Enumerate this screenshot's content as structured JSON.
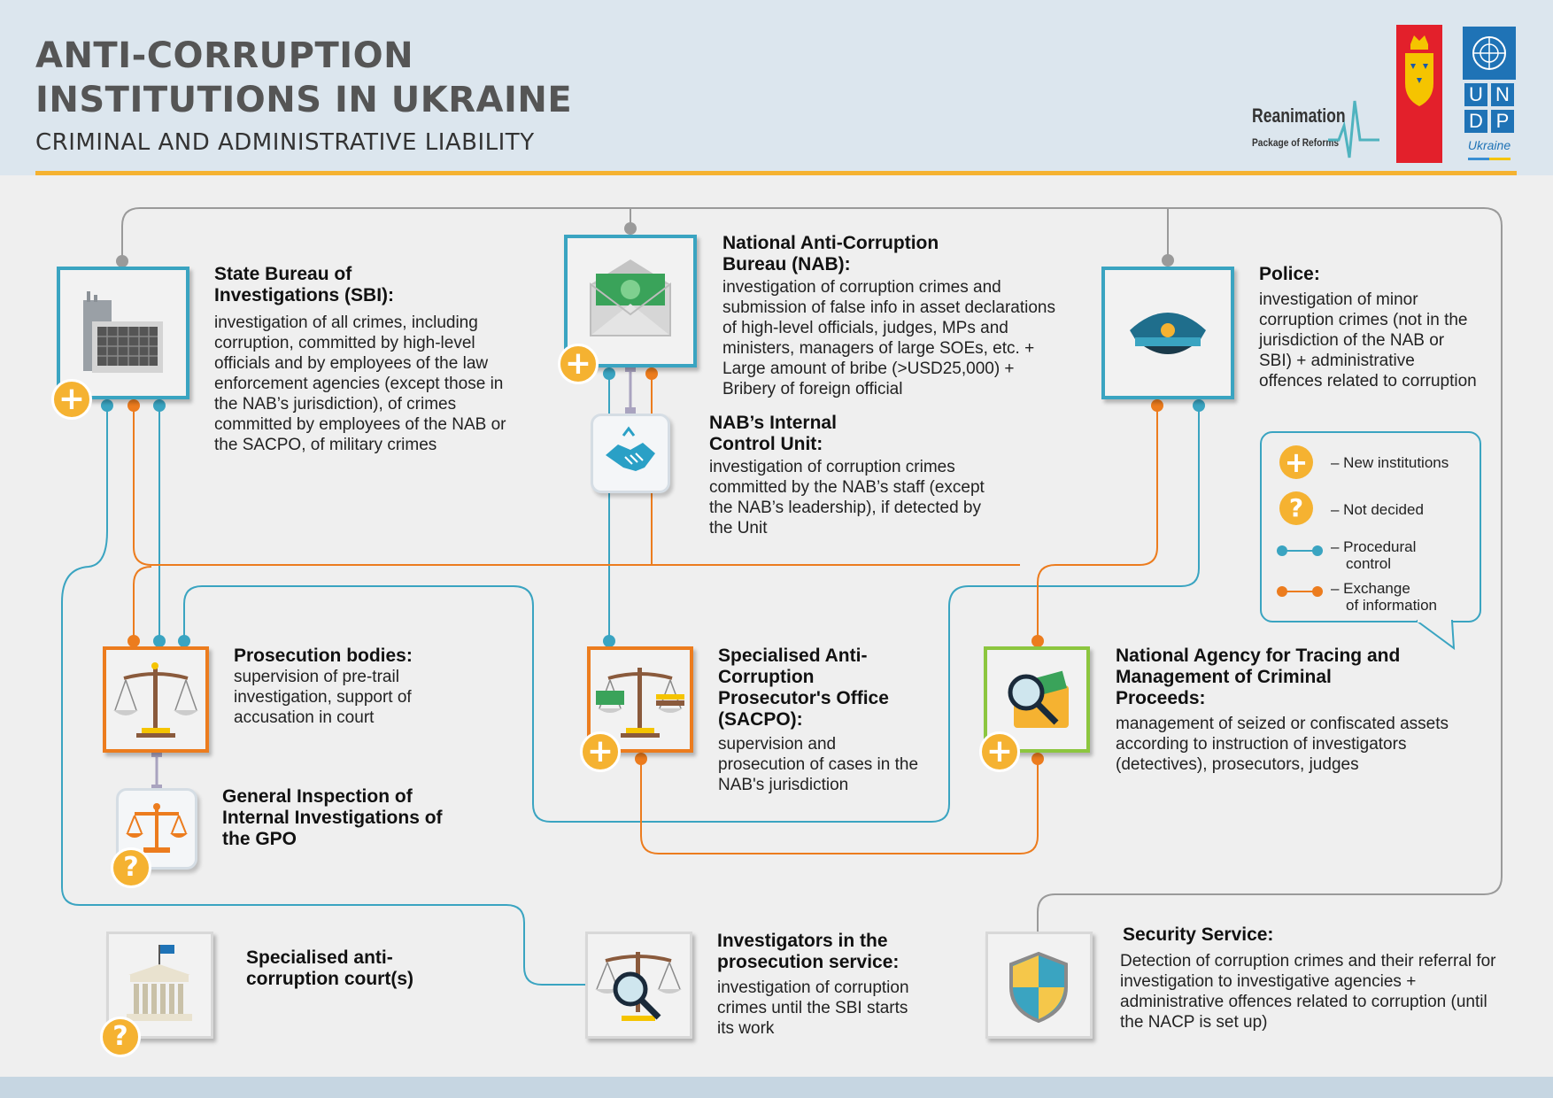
{
  "header": {
    "title_line1": "ANTI-CORRUPTION",
    "title_line2": "INSTITUTIONS IN UKRAINE",
    "subtitle": "CRIMINAL AND ADMINISTRATIVE LIABILITY"
  },
  "logos": {
    "reanimation": "Reanimation",
    "reanimation_sub": "Package of Reforms",
    "undp_letters": [
      "U",
      "N",
      "D",
      "P"
    ],
    "undp_country": "Ukraine"
  },
  "colors": {
    "procedural": "#3aa4c1",
    "exchange": "#ec7c1e",
    "badge": "#f5b231",
    "accent_rule": "#f5b231"
  },
  "nodes": {
    "sbi": {
      "title": "State Bureau of Investigations (SBI):",
      "desc": "investigation of all crimes, including corruption, committed by high-level officials and by employees of the law enforcement agencies (except those in the NAB’s jurisdiction), of crimes committed by employees of the NAB or the SACPO, of military crimes",
      "icon": "building-icon",
      "status": "new"
    },
    "nab": {
      "title": "National Anti-Corruption Bureau (NAB):",
      "desc": "investigation of corruption crimes and submission of false info in asset declarations of high-level officials, judges, MPs and ministers, managers of large SOEs, etc. + Large amount of bribe (>USD25,000) + Bribery of foreign official",
      "icon": "money-envelope-icon",
      "status": "new"
    },
    "nab_icu": {
      "title": "NAB’s Internal Control Unit:",
      "desc": "investigation of corruption crimes committed by the NAB’s staff (except the NAB’s leadership), if detected by the Unit",
      "icon": "handshake-icon"
    },
    "police": {
      "title": "Police:",
      "desc": "investigation of minor corruption crimes (not in the jurisdiction of the NAB or SBI) + administrative offences related to corruption",
      "icon": "police-cap-icon"
    },
    "prosecution": {
      "title": "Prosecution bodies:",
      "desc": "supervision of pre-trail investigation, support of accusation in court",
      "icon": "scales-icon"
    },
    "gigpo": {
      "title": "General Inspection of Internal Investigations of the GPO",
      "icon": "scales-orange-icon",
      "status": "not-decided"
    },
    "sacpo": {
      "title": "Specialised Anti-Corruption Prosecutor's Office (SACPO):",
      "desc": "supervision and prosecution of cases in the NAB's jurisdiction",
      "icon": "scales-money-icon",
      "status": "new"
    },
    "arma": {
      "title": "National Agency for Tracing and Management of Criminal Proceeds:",
      "desc": "management of seized or confiscated assets according to instruction of investigators (detectives), prosecutors, judges",
      "icon": "magnifier-wallet-icon",
      "status": "new"
    },
    "court": {
      "title": "Specialised anti-corruption court(s)",
      "icon": "courthouse-icon",
      "status": "not-decided"
    },
    "investigators": {
      "title": "Investigators in the prosecution service:",
      "desc": "investigation of corruption crimes until the SBI starts its work",
      "icon": "scales-magnifier-icon"
    },
    "security": {
      "title": "Security Service:",
      "desc": "Detection of corruption crimes and their referral for investigation to investigative agencies + administrative offences related to corruption (until the NACP is set up)",
      "icon": "shield-icon"
    }
  },
  "legend": {
    "new": "– New institutions",
    "not_decided": "– Not decided",
    "procedural_1": "– Procedural",
    "procedural_2": "control",
    "exchange_1": "– Exchange",
    "exchange_2": "of information"
  },
  "badge_symbols": {
    "new": "+",
    "not_decided": "?"
  }
}
